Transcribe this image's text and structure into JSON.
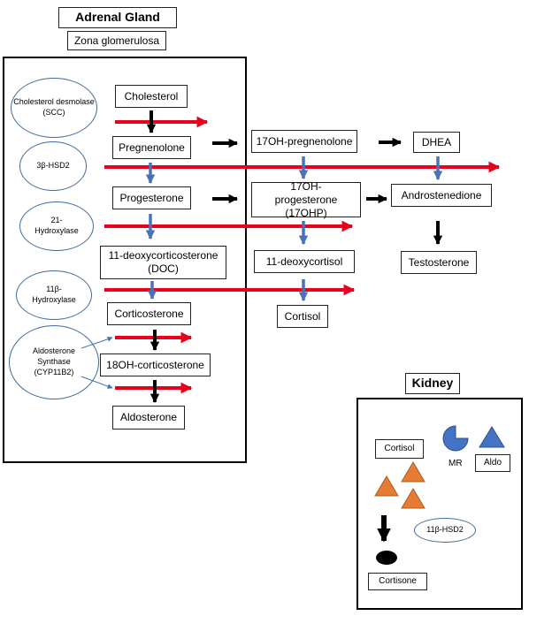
{
  "adrenal": {
    "title": "Adrenal Gland",
    "zone": "Zona glomerulosa",
    "enzymes": {
      "scc": "Cholesterol desmolase (SCC)",
      "hsd2": "3β-HSD2",
      "cyp21": "21-Hydroxylase",
      "cyp11b": "11β-Hydroxylase",
      "aldo_synthase": "Aldosterone Synthase (CYP11B2)"
    },
    "steroids": {
      "cholesterol": "Cholesterol",
      "pregnenolone": "Pregnenolone",
      "progesterone": "Progesterone",
      "doc": "11-deoxycorticosterone (DOC)",
      "corticosterone": "Corticosterone",
      "hydroxycorticosterone": "18OH-corticosterone",
      "aldosterone": "Aldosterone",
      "ohpreg": "17OH-pregnenolone",
      "ohp": "17OH-progesterone (17OHP)",
      "deoxycortisol": "11-deoxycortisol",
      "cortisol": "Cortisol",
      "dhea": "DHEA",
      "androstenedione": "Androstenedione",
      "testosterone": "Testosterone"
    }
  },
  "kidney": {
    "title": "Kidney",
    "cortisol": "Cortisol",
    "mr": "MR",
    "aldo": "Aldo",
    "hsd2": "11β-HSD2",
    "cortisone": "Cortisone"
  },
  "colors": {
    "block_arrow": "#e8001c",
    "step_arrow": "#4a72b8",
    "ellipse_border": "#3f6b9a",
    "triangle_orange": "#e57c33",
    "shape_blue": "#4472c4"
  }
}
